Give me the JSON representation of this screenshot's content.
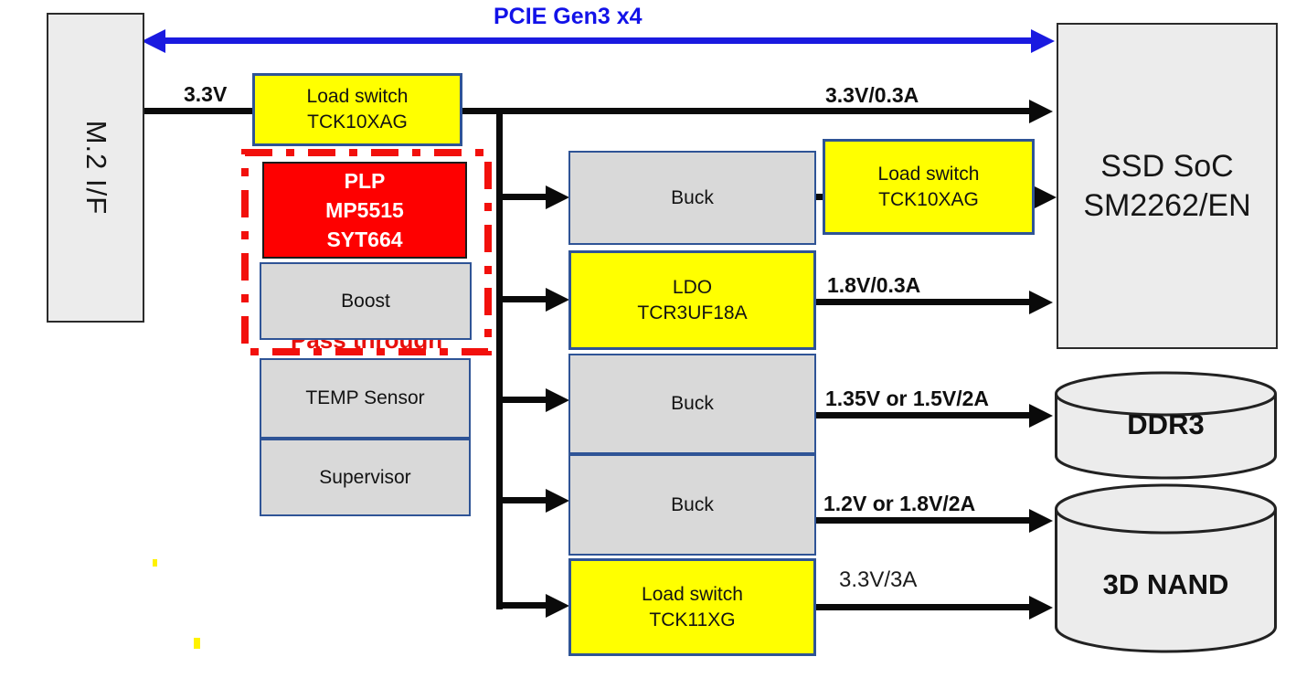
{
  "pcie": {
    "label": "PCIE Gen3 x4"
  },
  "nodes": {
    "m2": {
      "label": "M.2 I/F"
    },
    "load_switch_top": {
      "label": "Load switch\nTCK10XAG"
    },
    "plp": {
      "label": "PLP\nMP5515\nSYT664"
    },
    "boost": {
      "label": "Boost"
    },
    "pass_through": {
      "label": "Pass through"
    },
    "temp_sensor": {
      "label": "TEMP Sensor"
    },
    "supervisor": {
      "label": "Supervisor"
    },
    "buck1": {
      "label": "Buck"
    },
    "ldo": {
      "label": "LDO\nTCR3UF18A"
    },
    "buck2": {
      "label": "Buck"
    },
    "buck3": {
      "label": "Buck"
    },
    "load_switch_nand": {
      "label": "Load switch\nTCK11XG"
    },
    "load_switch_soc": {
      "label": "Load switch\nTCK10XAG"
    },
    "ssd_soc": {
      "label": "SSD SoC\nSM2262/EN"
    },
    "ddr3": {
      "label": "DDR3"
    },
    "nand": {
      "label": "3D NAND"
    }
  },
  "rail_labels": {
    "v33": "3.3V",
    "v33_03a": "3.3V/0.3A",
    "v18_03a": "1.8V/0.3A",
    "v135_15": "1.35V or 1.5V/2A",
    "v12_18": "1.2V or 1.8V/2A",
    "v33_3a": "3.3V/3A"
  },
  "colors": {
    "accent_yellow": "#FFFF00",
    "box_border_blue": "#2F5496",
    "gray_fill": "#D9D9D9",
    "light_fill": "#ECECEC",
    "plp_red": "#FE0000",
    "pcie_blue": "#1212E8",
    "line_black": "#0A0A0A",
    "dashed_red": "#F2100C"
  }
}
